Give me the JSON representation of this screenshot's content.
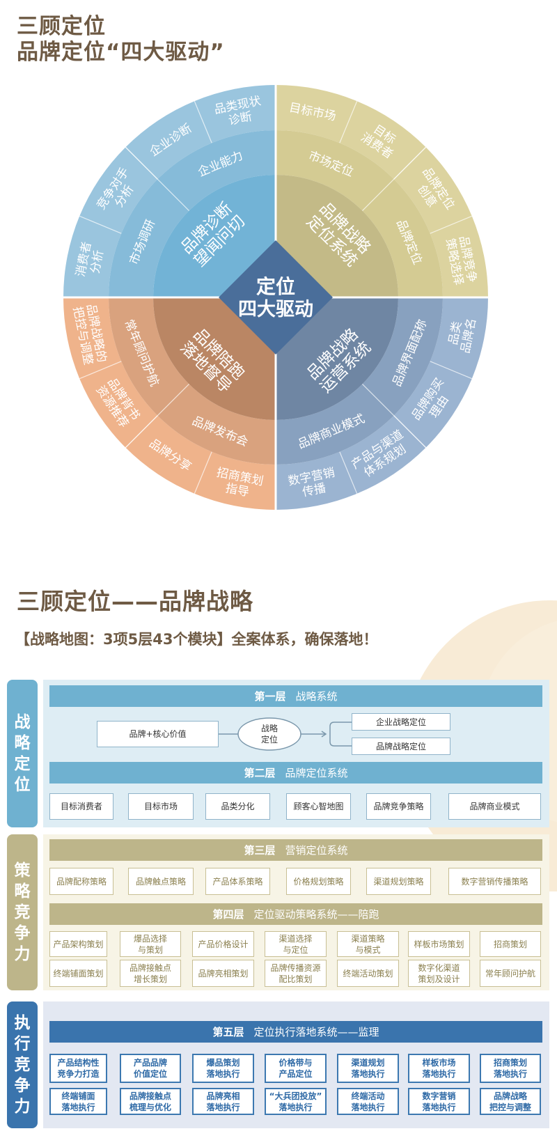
{
  "header": {
    "title_line1": "三顾定位",
    "title_line2": "品牌定位“四大驱动”"
  },
  "wheel": {
    "center": [
      "定位",
      "四大驱动"
    ],
    "center_color": "#4a6e9a",
    "quadrants": [
      {
        "name": "top-left",
        "colors": {
          "outer": "#9ac5de",
          "middle": "#86bbd9",
          "inner": "#72b3d6"
        },
        "inner": [
          "品牌诊断",
          "望闻问切"
        ],
        "middle": [
          [
            "市场调研"
          ],
          [
            "企业能力"
          ]
        ],
        "outer": [
          [
            "消费者",
            "分析"
          ],
          [
            "竞争对手",
            "分析"
          ],
          [
            "企业诊断"
          ],
          [
            "品类现状",
            "诊断"
          ]
        ]
      },
      {
        "name": "top-right",
        "colors": {
          "outer": "#dcd39f",
          "middle": "#d4cb93",
          "inner": "#c3ba87"
        },
        "inner": [
          "品牌战略",
          "定位系统"
        ],
        "middle": [
          [
            "市场定位"
          ],
          [
            "品牌定位"
          ]
        ],
        "outer": [
          [
            "目标市场"
          ],
          [
            "目标",
            "消费者"
          ],
          [
            "品牌定位",
            "创意"
          ],
          [
            "品牌竞争",
            "策略选择"
          ]
        ]
      },
      {
        "name": "bottom-right",
        "colors": {
          "outer": "#9bb4d1",
          "middle": "#88a1bf",
          "inner": "#6f86a3"
        },
        "inner": [
          "品牌战略",
          "运营系统"
        ],
        "middle": [
          [
            "品牌界面配称"
          ],
          [
            "品牌商业模式"
          ]
        ],
        "outer": [
          [
            "品类",
            "品牌名"
          ],
          [
            "品牌购买",
            "理由"
          ],
          [
            "产品与渠道",
            "体系规划"
          ],
          [
            "数字营销",
            "传播"
          ]
        ]
      },
      {
        "name": "bottom-left",
        "colors": {
          "outer": "#efb38b",
          "middle": "#d9a27e",
          "inner": "#ba8664"
        },
        "inner": [
          "品牌陪跑",
          "落地督导"
        ],
        "middle": [
          [
            "品牌发布会"
          ],
          [
            "常年顾问护航"
          ]
        ],
        "outer": [
          [
            "招商策划",
            "指导"
          ],
          [
            "品牌分享"
          ],
          [
            "品牌背书",
            "资源推荐"
          ],
          [
            "品牌战略的",
            "把控与调整"
          ]
        ]
      }
    ]
  },
  "strategy": {
    "title": "三顾定位——品牌战略",
    "subtitle": "【战略地图：3项5层43个模块】全案体系，确保落地！",
    "sections": [
      {
        "label": "战略定位",
        "color": "#6fb1d0",
        "panel_color": "#deedf4"
      },
      {
        "label": "策略竞争力",
        "color": "#bdb58a",
        "panel_color": "#f7f4e6"
      },
      {
        "label": "执行竞争力",
        "color": "#3a74ad",
        "panel_color": "#e3e8f2"
      }
    ],
    "layer1": {
      "num": "第一层",
      "name": "战略系统",
      "source": "品牌+核心价值",
      "hub": [
        "战略",
        "定位"
      ],
      "targets": [
        "企业战略定位",
        "品牌战略定位"
      ]
    },
    "layer2": {
      "num": "第二层",
      "name": "品牌定位系统",
      "items": [
        "目标消费者",
        "目标市场",
        "品类分化",
        "顾客心智地图",
        "品牌竞争策略",
        "品牌商业模式"
      ]
    },
    "layer3": {
      "num": "第三层",
      "name": "营销定位系统",
      "items": [
        "品牌配称策略",
        "品牌触点策略",
        "产品体系策略",
        "价格规划策略",
        "渠道规划策略",
        "数字营销传播策略"
      ]
    },
    "layer4": {
      "num": "第四层",
      "name": "定位驱动策略系统——陪跑",
      "rows": [
        [
          [
            "产品架构策划"
          ],
          [
            "爆品选择",
            "与策划"
          ],
          [
            "产品价格设计"
          ],
          [
            "渠道选择",
            "与定位"
          ],
          [
            "渠道策略",
            "与模式"
          ],
          [
            "样板市场策划"
          ],
          [
            "招商策划"
          ]
        ],
        [
          [
            "终端铺面策划"
          ],
          [
            "品牌接触点",
            "增长策划"
          ],
          [
            "品牌亮相策划"
          ],
          [
            "品牌传播资源",
            "配比策划"
          ],
          [
            "终端活动策划"
          ],
          [
            "数字化渠道",
            "策划及设计"
          ],
          [
            "常年顾问护航"
          ]
        ]
      ]
    },
    "layer5": {
      "num": "第五层",
      "name": "定位执行落地系统——监理",
      "rows": [
        [
          [
            "产品结构性",
            "竞争力打造"
          ],
          [
            "产品品牌",
            "价值定位"
          ],
          [
            "爆品策划",
            "落地执行"
          ],
          [
            "价格带与",
            "产品定位"
          ],
          [
            "渠道规划",
            "落地执行"
          ],
          [
            "样板市场",
            "落地执行"
          ],
          [
            "招商策划",
            "落地执行"
          ]
        ],
        [
          [
            "终端铺面",
            "落地执行"
          ],
          [
            "品牌接触点",
            "梳理与优化"
          ],
          [
            "品牌亮相",
            "落地执行"
          ],
          [
            "“大兵团投放”",
            "落地执行"
          ],
          [
            "终端活动",
            "落地执行"
          ],
          [
            "数字营销",
            "落地执行"
          ],
          [
            "品牌战略",
            "把控与调整"
          ]
        ]
      ]
    }
  }
}
